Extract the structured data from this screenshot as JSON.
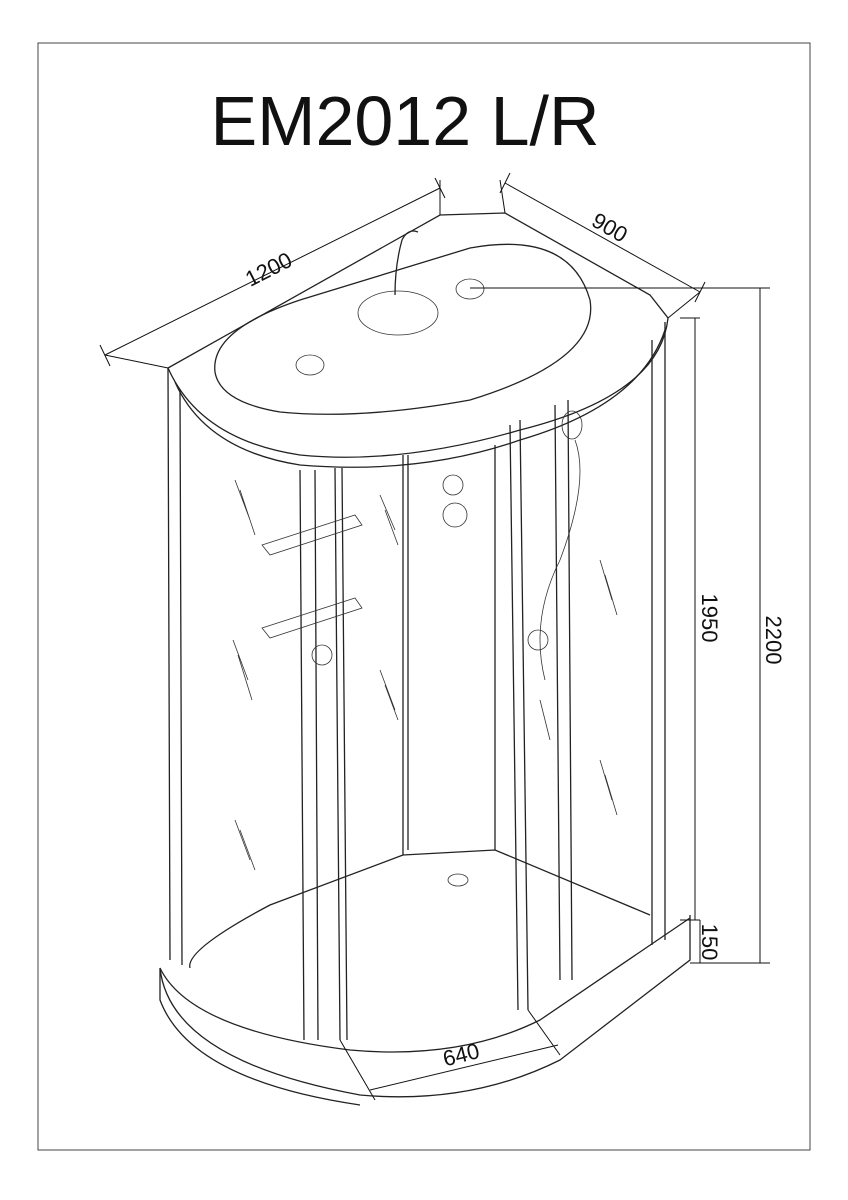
{
  "title": "EM2012 L/R",
  "dimensions": {
    "length": "1200",
    "depth": "900",
    "cabin_height": "1950",
    "total_height": "2200",
    "tray_height": "150",
    "door_width": "640"
  }
}
